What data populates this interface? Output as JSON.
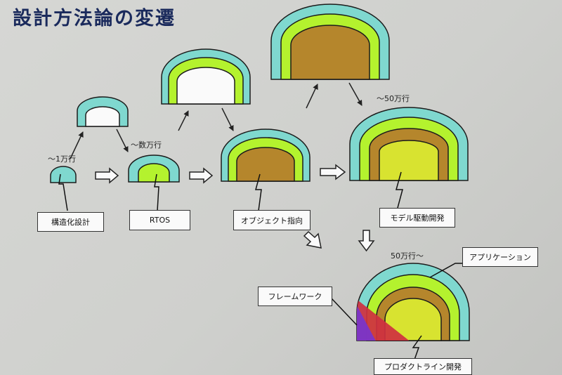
{
  "title": "設計方法論の変遷",
  "sizes": {
    "s1": "～1万行",
    "s2": "～数万行",
    "s3": "～50万行",
    "s4": "50万行～"
  },
  "labels": {
    "structured": "構造化設計",
    "rtos": "RTOS",
    "oo": "オブジェクト指向",
    "mdd": "モデル駆動開発",
    "application": "アプリケーション",
    "framework": "フレームワーク",
    "product_line": "プロダクトライン開発"
  },
  "colors": {
    "outer": "#7fd8cf",
    "green": "#b4f22e",
    "brown": "#b5862c",
    "yellow": "#d8e330",
    "framework_purple": "#7a35c8",
    "product_red": "#cf3040",
    "outline": "#1c1c1c"
  }
}
